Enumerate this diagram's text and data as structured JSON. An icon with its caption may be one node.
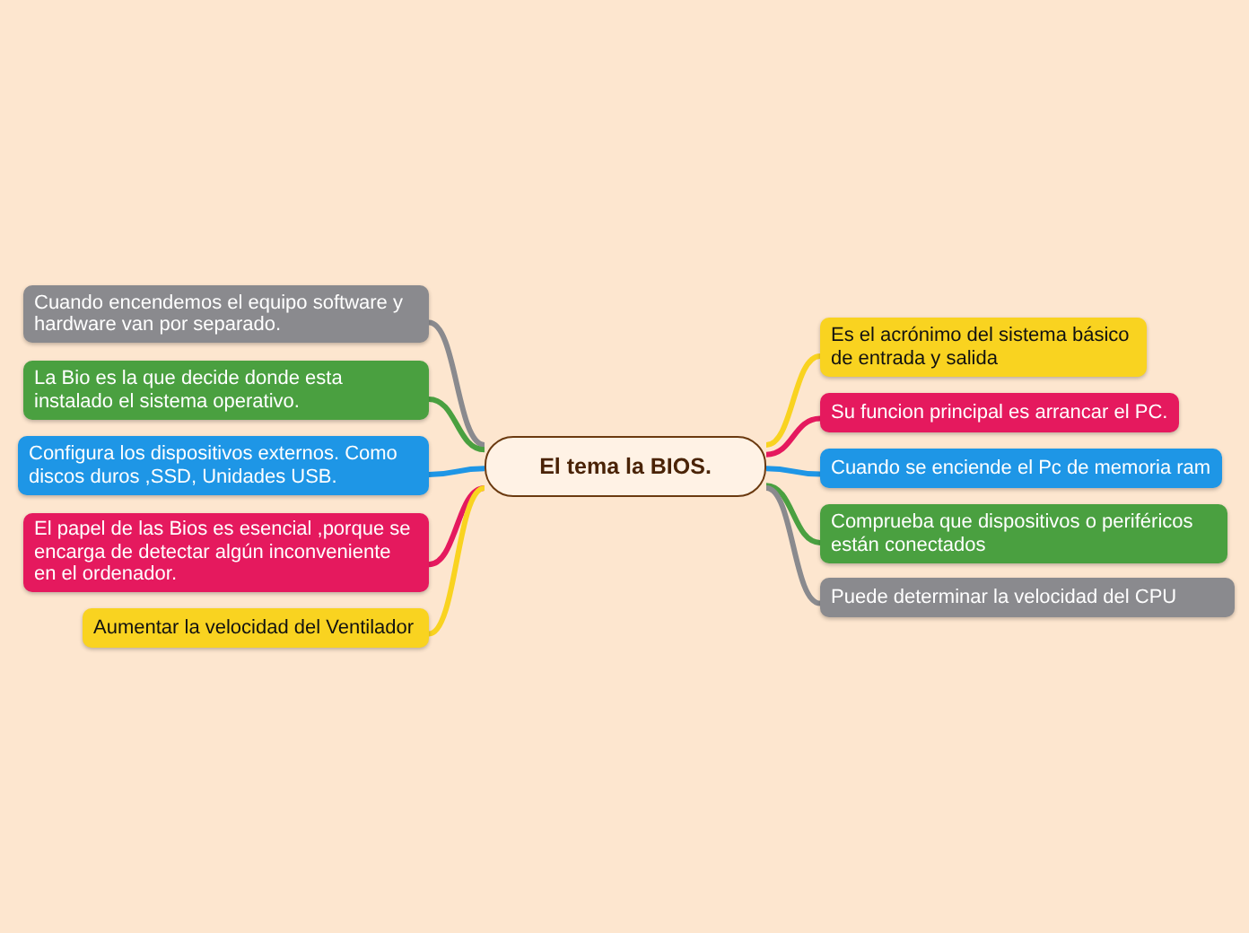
{
  "diagram": {
    "nodes": [
      {
        "text": [
          "El tema la BIOS."
        ]
      },
      {
        "text": [
          "Cuando encendemos el equipo software y hardware van por separado."
        ]
      },
      {
        "text": [
          "La Bio es la que decide donde esta instalado el sistema operativo."
        ]
      },
      {
        "text": [
          "Configura los dispositivos externos. Como discos duros ,SSD, Unidades USB."
        ]
      },
      {
        "text": [
          "El papel de las Bios es esencial ,porque se encarga de detectar algún inconveniente en el ordenador."
        ]
      },
      {
        "text": [
          "Aumentar la velocidad del Ventilador"
        ]
      },
      {
        "text": [
          "Es el acrónimo del sistema básico de entrada y salida"
        ]
      },
      {
        "text": [
          "Su funcion principal es arrancar el PC."
        ]
      },
      {
        "text": [
          "Cuando se enciende el Pc de memoria ram"
        ]
      },
      {
        "text": [
          "Comprueba que dispositivos o periféricos están conectados"
        ]
      },
      {
        "text": [
          "Puede determinar la velocidad del CPU"
        ]
      }
    ],
    "edges": [
      {
        "from": 0,
        "to": 1,
        "arrow": "none",
        "color": "#8a8a8e"
      },
      {
        "from": 0,
        "to": 2,
        "arrow": "none",
        "color": "#4aa040"
      },
      {
        "from": 0,
        "to": 3,
        "arrow": "none",
        "color": "#1e96e6"
      },
      {
        "from": 0,
        "to": 4,
        "arrow": "none",
        "color": "#e5195e"
      },
      {
        "from": 0,
        "to": 5,
        "arrow": "none",
        "color": "#f9d320"
      },
      {
        "from": 0,
        "to": 6,
        "arrow": "none",
        "color": "#f9d320"
      },
      {
        "from": 0,
        "to": 7,
        "arrow": "none",
        "color": "#e5195e"
      },
      {
        "from": 0,
        "to": 8,
        "arrow": "none",
        "color": "#1e96e6"
      },
      {
        "from": 0,
        "to": 9,
        "arrow": "none",
        "color": "#4aa040"
      },
      {
        "from": 0,
        "to": 10,
        "arrow": "none",
        "color": "#8a8a8e"
      }
    ]
  }
}
